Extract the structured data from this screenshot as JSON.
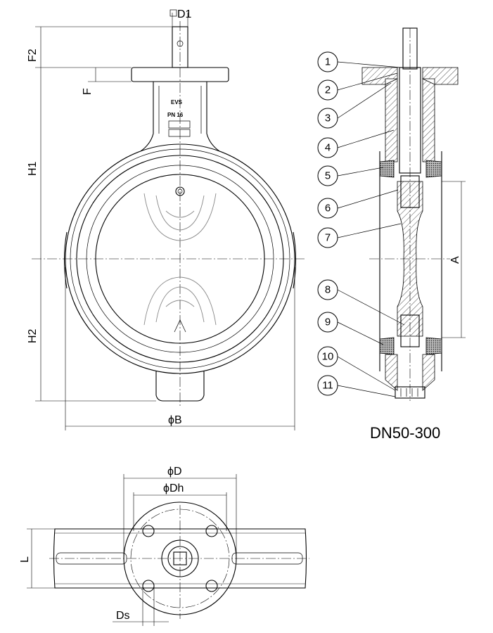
{
  "front_view": {
    "dimensions": {
      "d1": "D1",
      "f2": "F2",
      "f": "F",
      "h1": "H1",
      "h2": "H2",
      "b": "ϕB"
    },
    "body_marks": {
      "brand": "EVS",
      "pressure": "PN 16"
    }
  },
  "section_view": {
    "dimension_a": "A",
    "callouts": [
      "1",
      "2",
      "3",
      "4",
      "5",
      "6",
      "7",
      "8",
      "9",
      "10",
      "11"
    ],
    "series": "DN50-300"
  },
  "top_view": {
    "dimensions": {
      "d": "ϕD",
      "dh": "ϕDh",
      "l": "L",
      "ds": "Ds"
    }
  }
}
